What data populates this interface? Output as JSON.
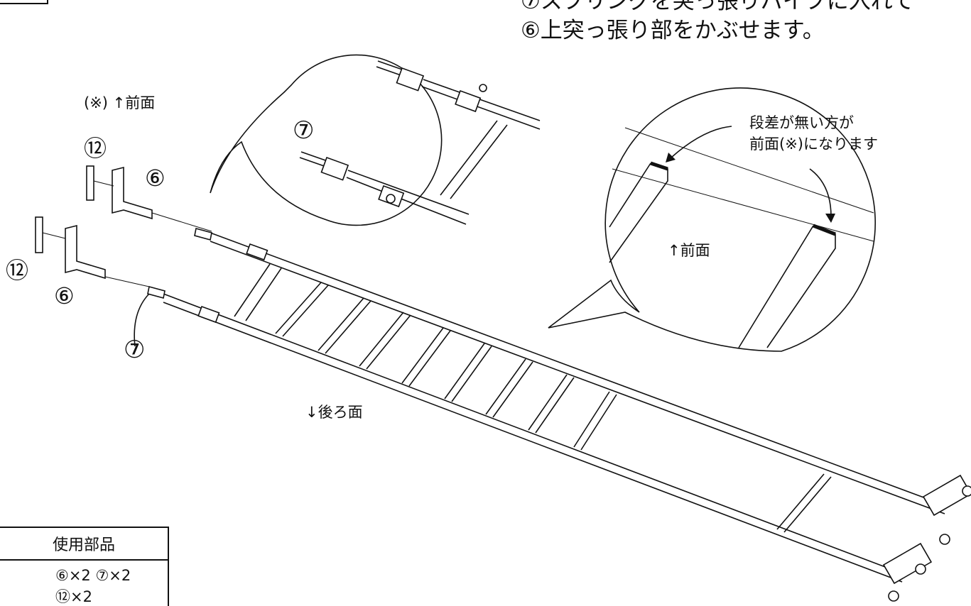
{
  "instructions": {
    "line1": "⑦スプリングを突っ張りパイプに入れて",
    "line2": "⑥上突っ張り部をかぶせます。"
  },
  "labels": {
    "front_note": "(※) ↑前面",
    "part6": "⑥",
    "part7": "⑦",
    "part12": "⑫",
    "back": "↓後ろ面",
    "zoom_part7": "⑦",
    "zoom_front_line1": "段差が無い方が",
    "zoom_front_line2": "前面(※)になります",
    "zoom_arrow_front": "↑前面"
  },
  "parts_table": {
    "title": "使用部品",
    "row1": "⑥×2 ⑦×2",
    "row2": "⑫×2"
  }
}
